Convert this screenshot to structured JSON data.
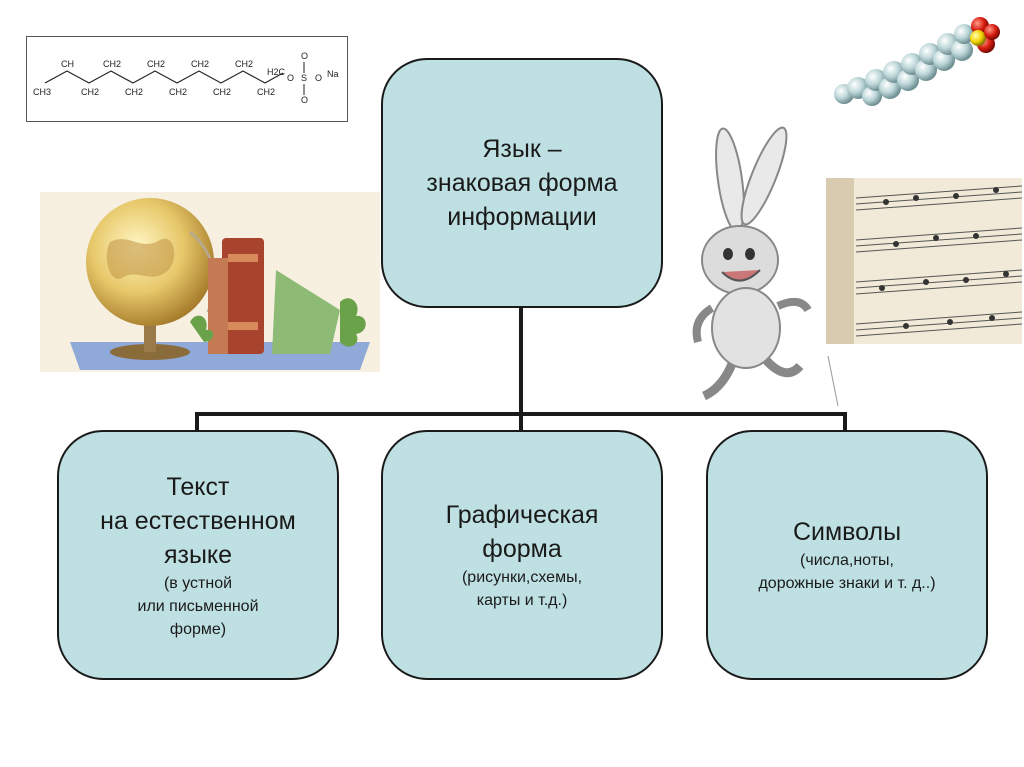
{
  "formula": {
    "groups": [
      "CH3",
      "CH",
      "CH2",
      "CH2",
      "CH2",
      "CH2",
      "CH2",
      "CH2",
      "CH2",
      "CH2",
      "CH2",
      "H2C"
    ],
    "tail": [
      "O",
      "S",
      "O",
      "O",
      "O",
      "Na"
    ]
  },
  "root": {
    "lines": [
      "Язык –",
      "знаковая форма",
      "информации"
    ]
  },
  "children": [
    {
      "title_lines": [
        "Текст",
        "на естественном",
        "языке"
      ],
      "note_lines": [
        "(в устной",
        "или письменной",
        "форме)"
      ]
    },
    {
      "title_lines": [
        "Графическая",
        "форма"
      ],
      "note_lines": [
        "(рисунки,схемы,",
        "карты и т.д.)"
      ]
    },
    {
      "title_lines": [
        "Символы"
      ],
      "note_lines": [
        "(числа,ноты,",
        "дорожные знаки и т. д..)"
      ]
    }
  ],
  "colors": {
    "node_fill": "#bfe0e3",
    "stroke": "#1a1a1a"
  }
}
